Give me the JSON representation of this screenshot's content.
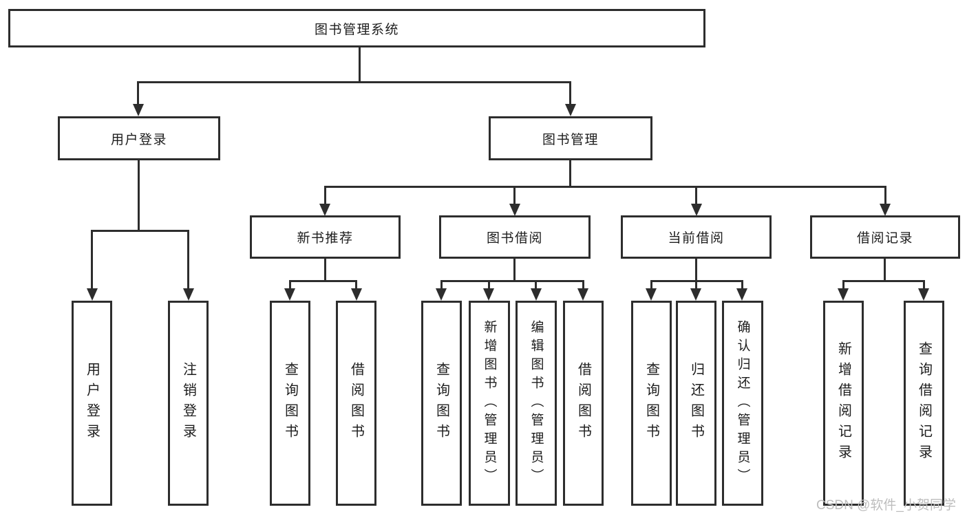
{
  "diagram": {
    "type": "hierarchy-tree",
    "root": {
      "label": "图书管理系统",
      "children": [
        {
          "label": "用户登录",
          "children": [
            {
              "label": "用户登录"
            },
            {
              "label": "注销登录"
            }
          ]
        },
        {
          "label": "图书管理",
          "children": [
            {
              "label": "新书推荐",
              "children": [
                {
                  "label": "查询图书"
                },
                {
                  "label": "借阅图书"
                }
              ]
            },
            {
              "label": "图书借阅",
              "children": [
                {
                  "label": "查询图书"
                },
                {
                  "label": "新增图书（管理员）"
                },
                {
                  "label": "编辑图书（管理员）"
                },
                {
                  "label": "借阅图书"
                }
              ]
            },
            {
              "label": "当前借阅",
              "children": [
                {
                  "label": "查询图书"
                },
                {
                  "label": "归还图书"
                },
                {
                  "label": "确认归还（管理员）"
                }
              ]
            },
            {
              "label": "借阅记录",
              "children": [
                {
                  "label": "新增借阅记录"
                },
                {
                  "label": "查询借阅记录"
                }
              ]
            }
          ]
        }
      ]
    },
    "colors": {
      "line": "#2d2d2d",
      "box_border": "#2d2d2d",
      "box_fill": "#ffffff",
      "text": "#1d1d1d",
      "background": "#ffffff",
      "watermark_text": "#bdbdbd"
    }
  },
  "watermark": {
    "text": "CSDN @软件_小贺同学"
  }
}
